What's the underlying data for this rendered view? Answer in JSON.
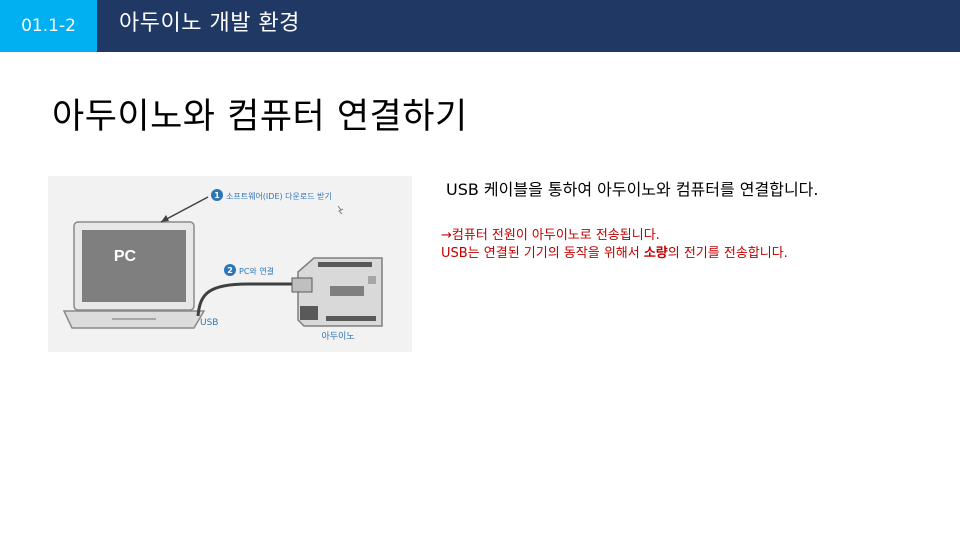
{
  "header": {
    "section_number": "01.1-2",
    "title": "아두이노 개발 환경"
  },
  "slide": {
    "title": "아두이노와 컴퓨터 연결하기",
    "description": "USB 케이블을 통하여 아두이노와 컴퓨터를 연결합니다.",
    "notes": {
      "line1": "→컴퓨터 전원이 아두이노로 전송됩니다.",
      "line2_before": "USB는 연결된 기기의 동작을 위해서 ",
      "line2_bold": "소량",
      "line2_after": "의 전기를 전송합니다."
    }
  },
  "figure": {
    "step1_number": "1",
    "step1_label": "소프트웨어(IDE) 다운로드 받기",
    "step2_number": "2",
    "step2_label": "PC와 연결",
    "pc_label": "PC",
    "usb_label": "USB",
    "arduino_label": "아두이노"
  },
  "colors": {
    "header_bg": "#1f3864",
    "badge_bg": "#00b0f0",
    "note_text": "#c00000",
    "step_circle": "#2e75b6"
  }
}
